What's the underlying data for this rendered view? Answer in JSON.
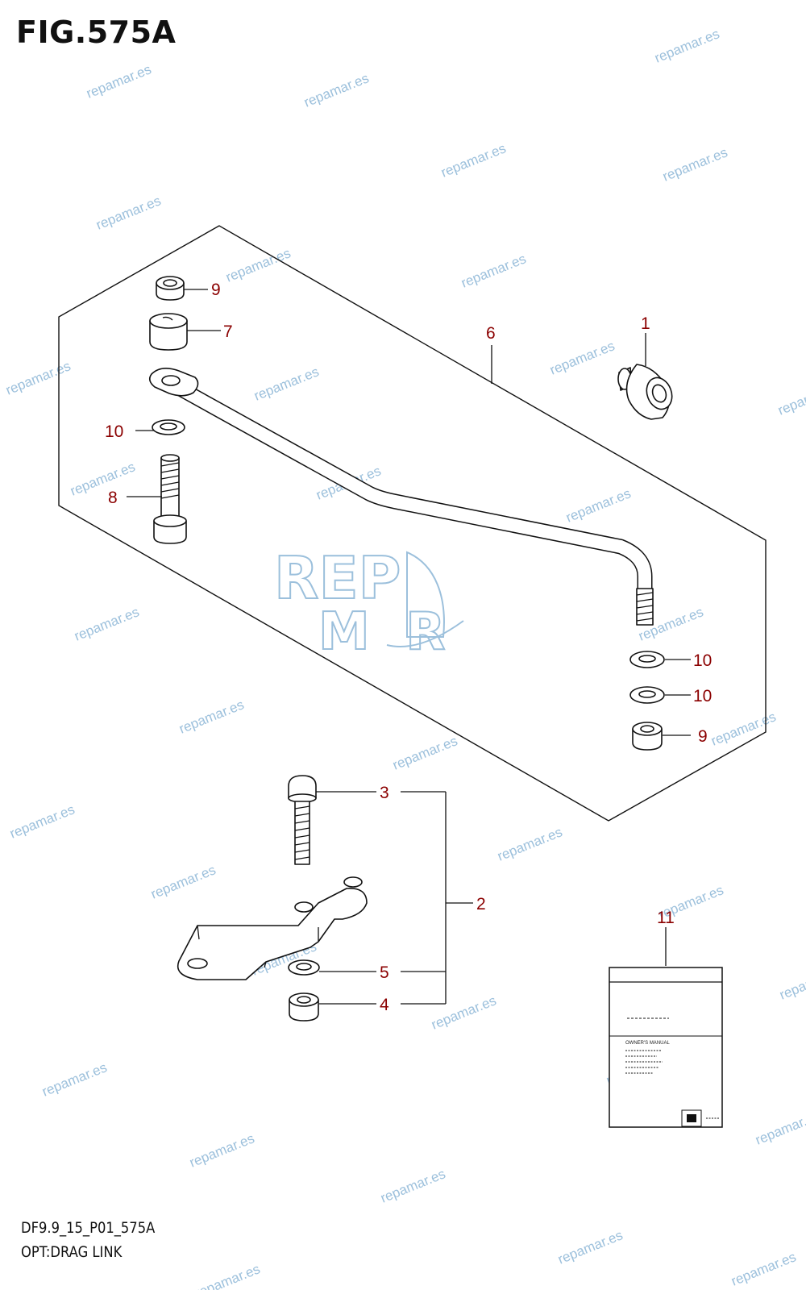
{
  "figure": {
    "title": "FIG.575A",
    "footer_code": "DF9.9_15_P01_575A",
    "footer_name": "OPT:DRAG LINK"
  },
  "callouts": [
    {
      "id": "c1",
      "label": "1"
    },
    {
      "id": "c2",
      "label": "2"
    },
    {
      "id": "c3",
      "label": "3"
    },
    {
      "id": "c4",
      "label": "4"
    },
    {
      "id": "c5",
      "label": "5"
    },
    {
      "id": "c6",
      "label": "6"
    },
    {
      "id": "c7",
      "label": "7"
    },
    {
      "id": "c8",
      "label": "8"
    },
    {
      "id": "c9a",
      "label": "9"
    },
    {
      "id": "c9b",
      "label": "9"
    },
    {
      "id": "c10a",
      "label": "10"
    },
    {
      "id": "c10b",
      "label": "10"
    },
    {
      "id": "c10c",
      "label": "10"
    },
    {
      "id": "c11",
      "label": "11"
    }
  ],
  "manual": {
    "title": "OWNER'S MANUAL"
  },
  "watermark": {
    "text": "repamar.es",
    "logo_top": "REP",
    "logo_bottom": "M  R",
    "color": "#9cc0dc"
  },
  "colors": {
    "callout": "#8b0000",
    "line": "#111111"
  }
}
